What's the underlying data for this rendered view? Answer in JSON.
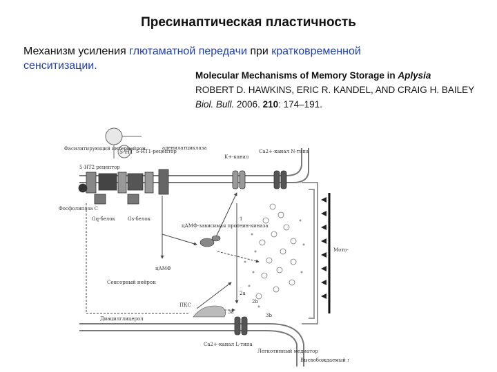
{
  "title": "Пресинаптическая пластичность",
  "intro": {
    "part1": "Механизм усиления ",
    "part2": "глютаматной передачи",
    "part3": " при ",
    "part4": "кратковременной",
    "part5": "сенситизации."
  },
  "reference": {
    "title_start": "Molecular Mechanisms of Memory Storage in ",
    "title_italic": "Aplysia",
    "authors": "ROBERT D. HAWKINS, ERIC R. KANDEL, AND CRAIG H. BAILEY",
    "journal": "Biol. Bull.",
    "year": " 2006. ",
    "volume": "210",
    "pages": ": 174–191."
  },
  "diagram": {
    "labels": {
      "facilitating_interneuron": "Фасилитирующий интернейрон",
      "serotonin": "5-HT",
      "receptor_5ht_1": "5-HT1-рецептор",
      "adenylate_cyclase": "аденилатциклаза",
      "receptor_5ht_2": "5-HT2 рецептор",
      "phospholipase": "Фосфолипаза С",
      "gq_protein": "Gq-белок",
      "gs_protein": "Gs-белок",
      "k_channel": "K+-канал",
      "ca_channel_n": "Ca2+-канал N-типа",
      "pka": "цАМФ-зависимая протеин-киназа",
      "camp": "цАМФ",
      "sensory_neuron": "Сенсорный нейрон",
      "pkc": "ПКС",
      "dag": "Диацилглицерол",
      "ca_channel_l": "Ca2+-канал L-типа",
      "mobile_mediator": "Легкотинный медиатор",
      "released_mediator": "Высвобождаемый медиатор",
      "motoneuron": "Мото-нейрон",
      "step1": "1",
      "step2a": "2a",
      "step2b": "2b",
      "step3a": "3a",
      "step3b": "3b"
    }
  }
}
